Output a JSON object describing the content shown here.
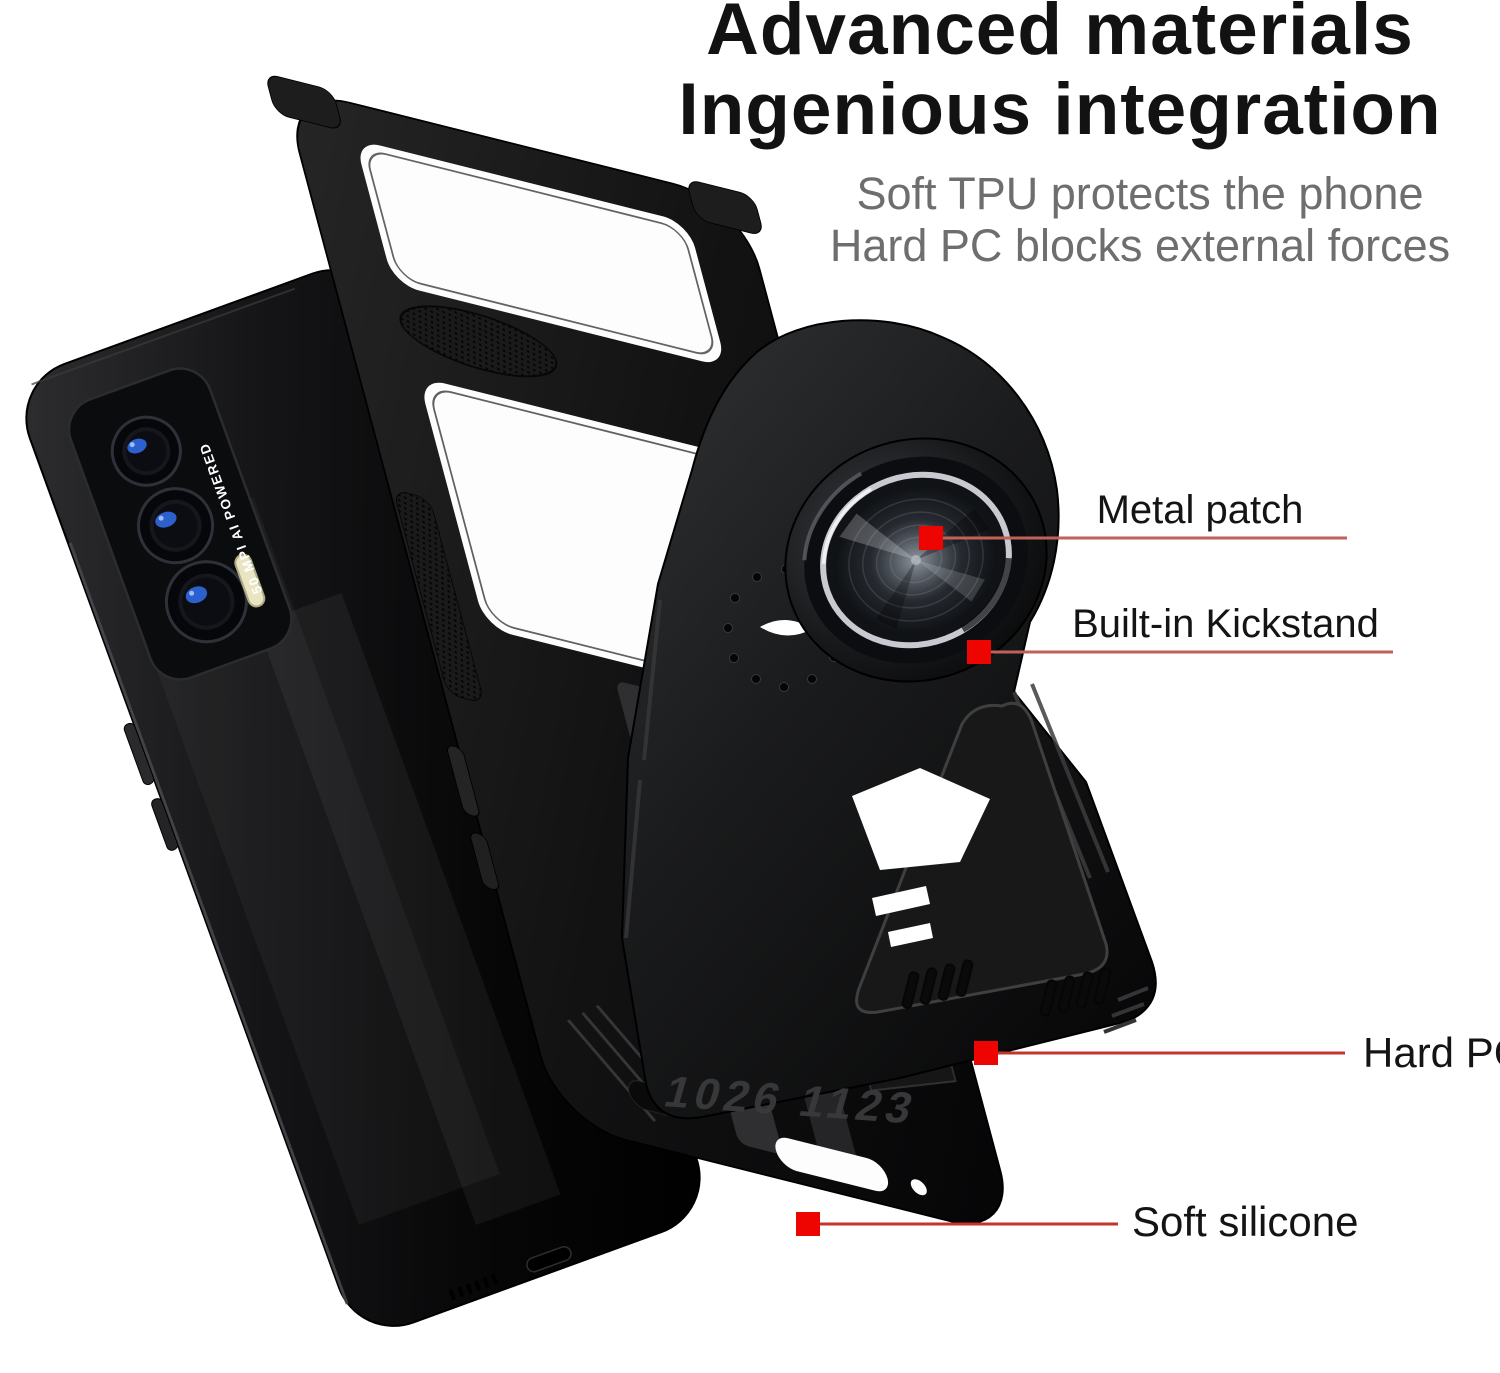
{
  "header": {
    "title_line1": "Advanced materials",
    "title_line2": "Ingenious integration",
    "subtitle_line1": "Soft TPU protects the phone",
    "subtitle_line2": "Hard PC blocks external forces"
  },
  "product": {
    "camera_text": "50 MPI AI POWERED",
    "mold_text": "1026 1123"
  },
  "annotations": {
    "marker_color": "#ee0400",
    "items": [
      {
        "id": "metal-patch",
        "label": "Metal patch",
        "line_color": "#c0625a"
      },
      {
        "id": "built-in-kickstand",
        "label": "Built-in Kickstand",
        "line_color": "#c0625a"
      },
      {
        "id": "hard-pc",
        "label": "Hard PC",
        "line_color": "#c3352b"
      },
      {
        "id": "soft-silicone",
        "label": "Soft silicone",
        "line_color": "#c3352b"
      }
    ]
  },
  "colors": {
    "background": "#ffffff",
    "title_text": "#121212",
    "subtitle_text": "#6e6e6e",
    "label_text": "#141414",
    "case_black": "#121212",
    "ring_silver": "#c7cad0",
    "lens_blue": "#2e66d8"
  }
}
